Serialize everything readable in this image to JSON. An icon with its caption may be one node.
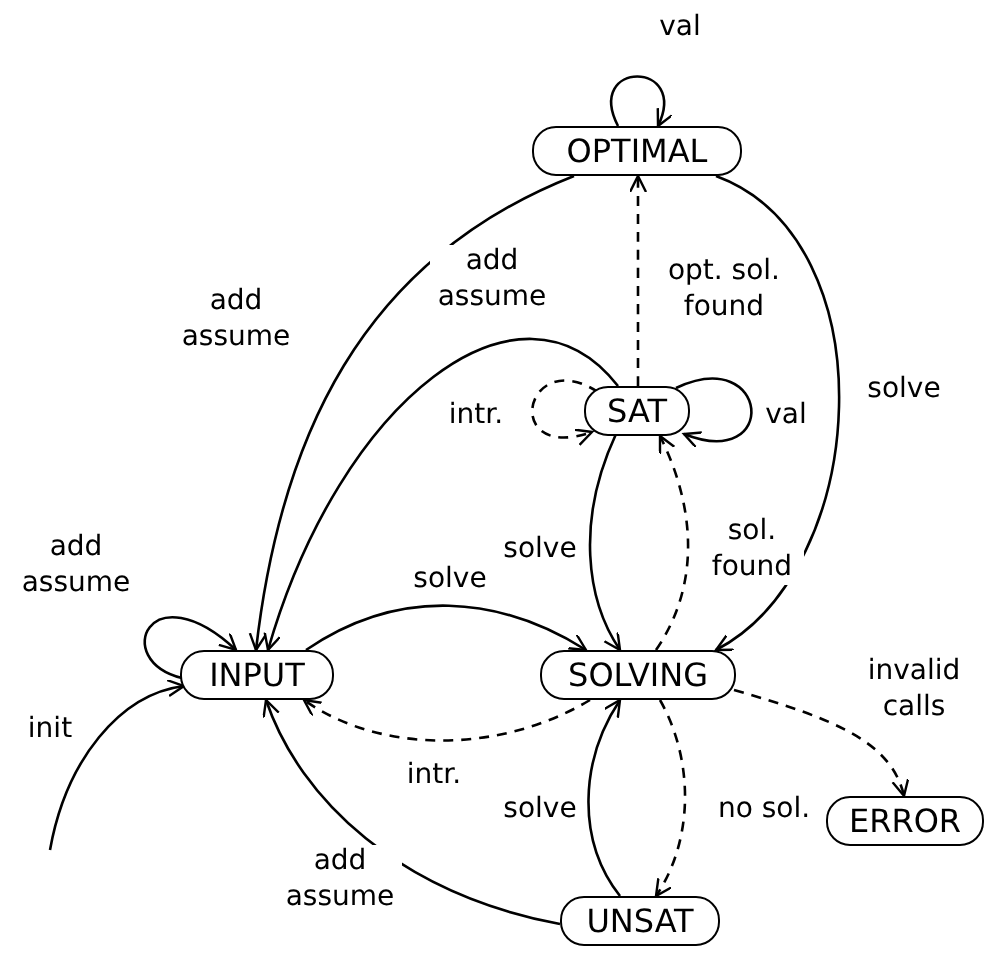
{
  "diagram": {
    "nodes": [
      {
        "text": [
          "OPTIMAL"
        ]
      },
      {
        "text": [
          "SAT"
        ]
      },
      {
        "text": [
          "INPUT"
        ]
      },
      {
        "text": [
          "SOLVING"
        ]
      },
      {
        "text": [
          "ERROR"
        ]
      },
      {
        "text": [
          "UNSAT"
        ]
      }
    ],
    "edges": [
      {
        "from": 0,
        "to": 0,
        "arrow": "to",
        "label": "val"
      },
      {
        "from": 0,
        "to": 2,
        "arrow": "to",
        "label": "add assume"
      },
      {
        "from": 1,
        "to": 2,
        "arrow": "to",
        "label": "add assume"
      },
      {
        "from": 1,
        "to": 0,
        "arrow": "to",
        "label": "opt. sol. found",
        "style": "dashed"
      },
      {
        "from": 1,
        "to": 1,
        "arrow": "to",
        "label": "intr.",
        "style": "dashed"
      },
      {
        "from": 1,
        "to": 1,
        "arrow": "to",
        "label": "val"
      },
      {
        "from": 0,
        "to": 3,
        "arrow": "to",
        "label": "solve"
      },
      {
        "from": 1,
        "to": 3,
        "arrow": "to",
        "label": "solve"
      },
      {
        "from": 3,
        "to": 1,
        "arrow": "to",
        "label": "sol. found",
        "style": "dashed"
      },
      {
        "from": 2,
        "to": 2,
        "arrow": "to",
        "label": "add assume"
      },
      {
        "from": null,
        "to": 2,
        "arrow": "to",
        "label": "init"
      },
      {
        "from": 2,
        "to": 3,
        "arrow": "to",
        "label": "solve"
      },
      {
        "from": 3,
        "to": 2,
        "arrow": "to",
        "label": "intr.",
        "style": "dashed"
      },
      {
        "from": 3,
        "to": 4,
        "arrow": "to",
        "label": "invalid calls",
        "style": "dashed"
      },
      {
        "from": 3,
        "to": 5,
        "arrow": "to",
        "label": "no sol.",
        "style": "dashed"
      },
      {
        "from": 5,
        "to": 3,
        "arrow": "to",
        "label": "solve"
      },
      {
        "from": 5,
        "to": 2,
        "arrow": "to",
        "label": "add assume"
      }
    ]
  }
}
